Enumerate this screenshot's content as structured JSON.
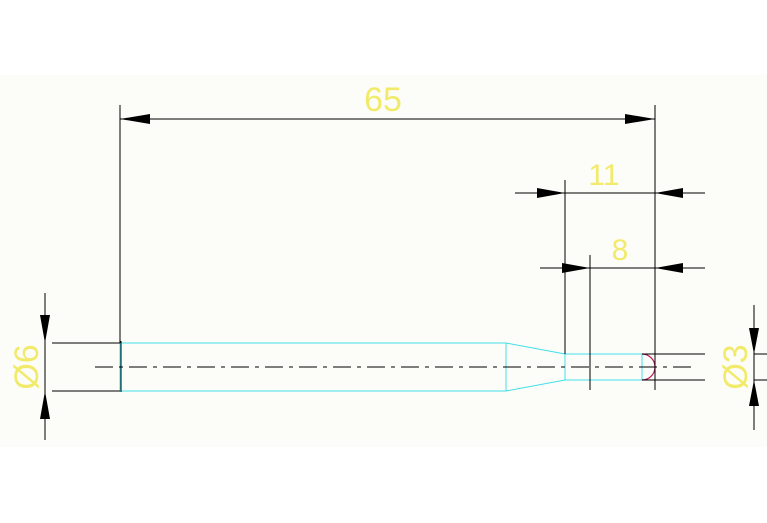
{
  "drawing": {
    "dimensions": {
      "overall_length": "65",
      "tip_length_11": "11",
      "tip_length_8": "8",
      "diameter_left": "Ø6",
      "diameter_right": "Ø3"
    },
    "colors": {
      "dimension_text": "#f2ea6a",
      "part_outline": "#3fe0ea",
      "lines": "#000000",
      "tip_arc": "#c0165a",
      "background": "#fcfdf9"
    }
  }
}
